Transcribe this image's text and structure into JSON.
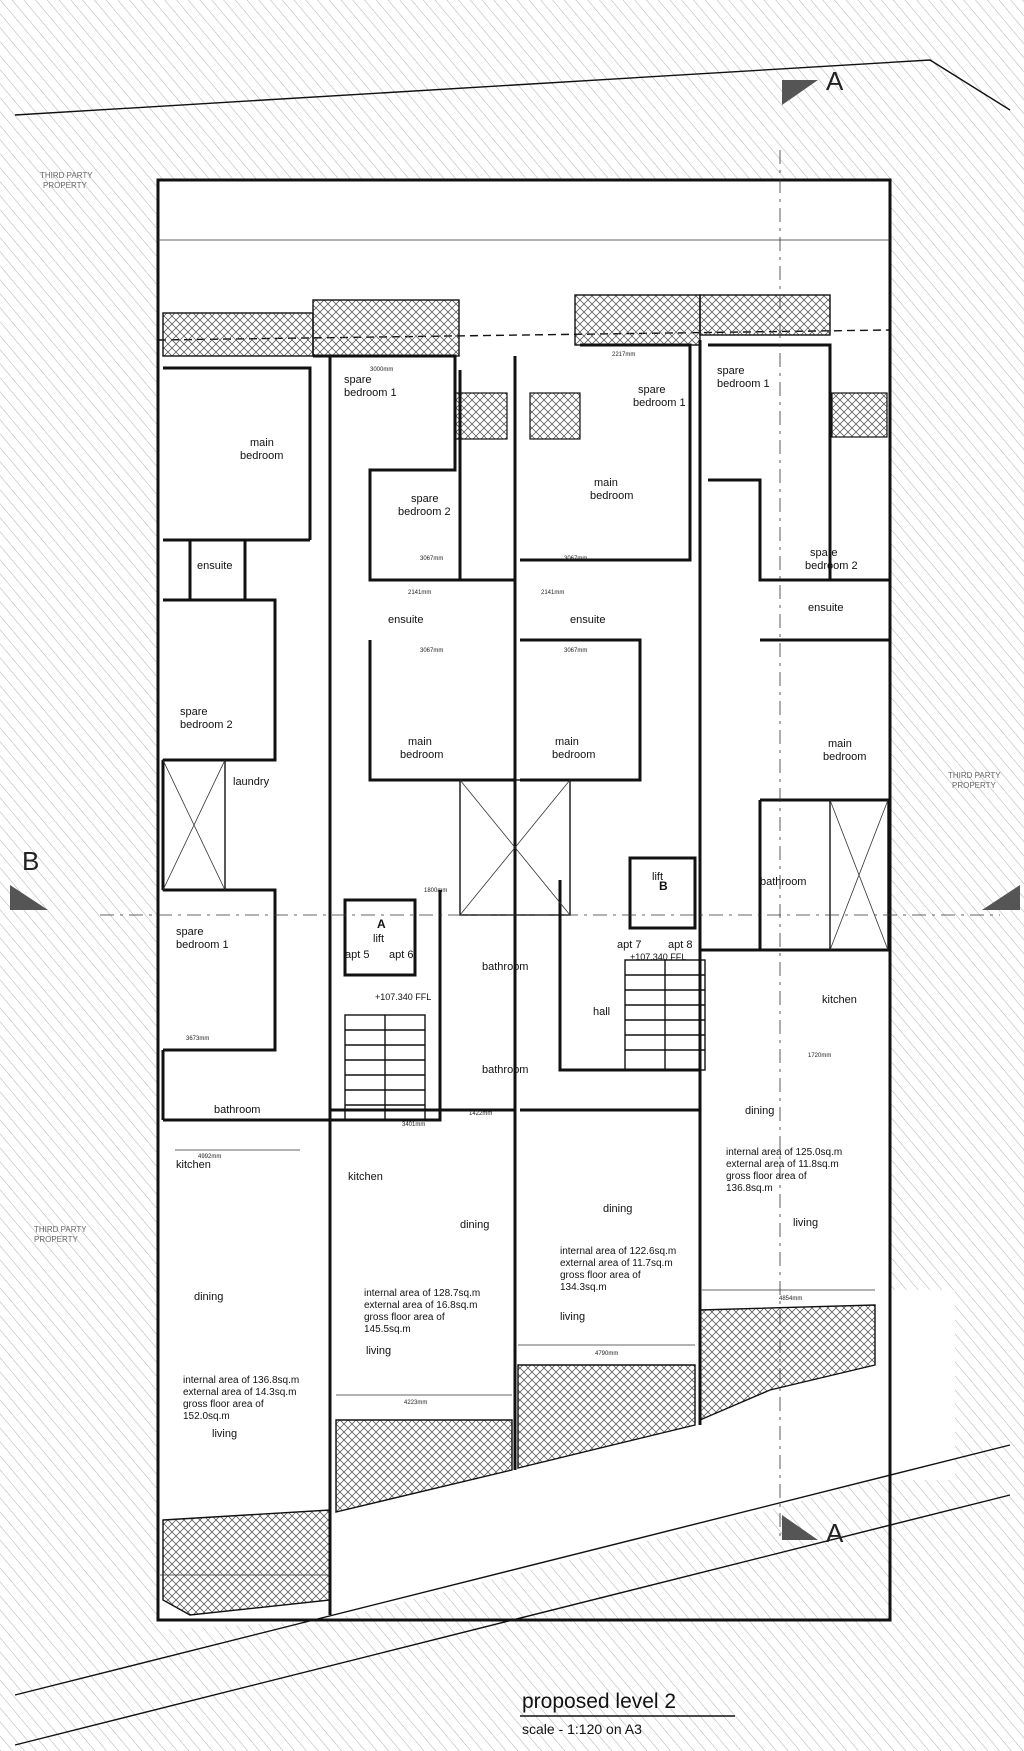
{
  "drawing": {
    "title": "proposed level 2",
    "scale": "scale - 1:120 on A3",
    "section_a": "A",
    "section_b": "B"
  },
  "third_party": {
    "label_line1": "THIRD PARTY",
    "label_line2": "PROPERTY"
  },
  "rooms": {
    "main_bedroom": "main",
    "main_bedroom_2": "bedroom",
    "spare_bedroom": "spare",
    "bedroom_1": "bedroom 1",
    "bedroom_2": "bedroom 2",
    "ensuite": "ensuite",
    "laundry": "laundry",
    "bathroom": "bathroom",
    "kitchen": "kitchen",
    "dining": "dining",
    "living": "living",
    "hall": "hall",
    "lift": "lift",
    "lift_a": "A",
    "lift_b": "B"
  },
  "apartments": {
    "apt5": "apt 5",
    "apt6": "apt 6",
    "apt7": "apt 7",
    "apt8": "apt 8",
    "ffl": "+107.340 FFL"
  },
  "areas": {
    "apt5": [
      "internal area of 136.8sq.m",
      "external area of 14.3sq.m",
      "gross floor area of",
      "152.0sq.m"
    ],
    "apt6": [
      "internal area of 128.7sq.m",
      "external area of 16.8sq.m",
      "gross floor area of",
      "145.5sq.m"
    ],
    "apt7": [
      "internal area of 122.6sq.m",
      "external area of 11.7sq.m",
      "gross floor area of",
      "134.3sq.m"
    ],
    "apt8": [
      "internal area of 125.0sq.m",
      "external area of 11.8sq.m",
      "gross floor area of",
      "136.8sq.m"
    ]
  },
  "dimensions": {
    "d3000": "3000mm",
    "d3067": "3067mm",
    "d3673": "3673mm",
    "d4223": "4223mm",
    "d4790": "4790mm",
    "d4854": "4854mm",
    "d4992": "4992mm",
    "d1800": "1800mm",
    "d2141": "2141mm",
    "d2217": "2217mm",
    "d3401": "3401mm",
    "d1422": "1422mm",
    "d1720": "1720mm"
  }
}
